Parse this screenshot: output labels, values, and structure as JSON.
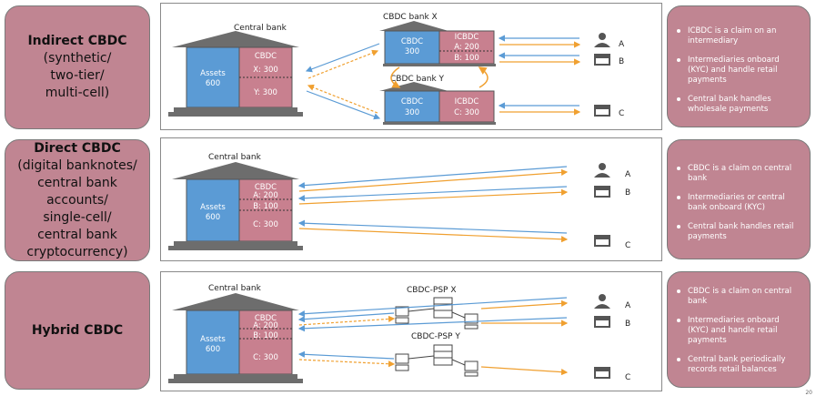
{
  "rows": [
    {
      "title_bold": "Indirect CBDC",
      "title_sub": [
        "(synthetic/",
        "two-tier/",
        "multi-cell)"
      ],
      "central_bank": {
        "label": "Central bank",
        "assets_label": "Assets",
        "assets_value": "600",
        "cbdc_label": "CBDC",
        "entries": [
          "X: 300",
          "Y: 300"
        ]
      },
      "banks": [
        {
          "label": "CBDC bank X",
          "cbdc_label": "CBDC",
          "cbdc_value": "300",
          "icbdc_label": "ICBDC",
          "entries": [
            "A: 200",
            "B: 100"
          ]
        },
        {
          "label": "CBDC bank Y",
          "cbdc_label": "CBDC",
          "cbdc_value": "300",
          "icbdc_label": "ICBDC",
          "entries": [
            "C: 300"
          ]
        }
      ],
      "users": [
        "A",
        "B",
        "C"
      ],
      "bullets": [
        "ICBDC is a claim on an intermediary",
        "Intermediaries onboard (KYC) and handle retail payments",
        "Central bank handles wholesale payments"
      ]
    },
    {
      "title_bold": "Direct CBDC",
      "title_sub": [
        "(digital banknotes/",
        "central bank",
        "accounts/",
        "single-cell/",
        "central bank",
        "cryptocurrency)"
      ],
      "central_bank": {
        "label": "Central bank",
        "assets_label": "Assets",
        "assets_value": "600",
        "cbdc_label": "CBDC",
        "entries": [
          "A: 200",
          "B: 100",
          "C: 300"
        ]
      },
      "users": [
        "A",
        "B",
        "C"
      ],
      "bullets": [
        "CBDC is a claim on central bank",
        "Intermediaries or central bank onboard (KYC)",
        "Central bank handles retail payments"
      ]
    },
    {
      "title_bold": "Hybrid CBDC",
      "central_bank": {
        "label": "Central bank",
        "assets_label": "Assets",
        "assets_value": "600",
        "cbdc_label": "CBDC",
        "entries": [
          "A: 200",
          "B: 100",
          "C: 300"
        ]
      },
      "psps": [
        "CBDC-PSP X",
        "CBDC-PSP Y"
      ],
      "users": [
        "A",
        "B",
        "C"
      ],
      "bullets": [
        "CBDC is a claim on central bank",
        "Intermediaries onboard (KYC) and handle retail payments",
        "Central bank periodically records retail balances"
      ]
    }
  ],
  "page_number": "20",
  "colors": {
    "panel": "#c08592",
    "asset_blue": "#5b9bd5",
    "cbdc_pink": "#c8808f",
    "roof": "#6d6d6d",
    "arrow_blue": "#5b9bd5",
    "arrow_orange": "#f0a030"
  }
}
